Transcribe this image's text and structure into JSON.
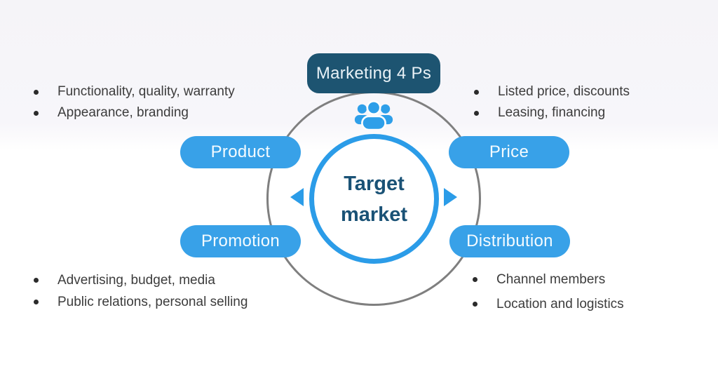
{
  "diagram": {
    "title": "Marketing 4 Ps",
    "center": {
      "line1": "Target",
      "line2": "market"
    },
    "nodes": [
      {
        "id": "product",
        "label": "Product",
        "bullets": [
          "Functionality, quality, warranty",
          "Appearance, branding"
        ]
      },
      {
        "id": "price",
        "label": "Price",
        "bullets": [
          "Listed price, discounts",
          "Leasing, financing"
        ]
      },
      {
        "id": "promotion",
        "label": "Promotion",
        "bullets": [
          "Advertising, budget, media",
          "Public relations, personal selling"
        ]
      },
      {
        "id": "distribution",
        "label": "Distribution",
        "bullets": [
          "Channel members",
          "Location and logistics"
        ]
      }
    ],
    "icons": {
      "center_top": "people-group-icon"
    },
    "colors": {
      "accent_blue": "#38a1e8",
      "circle_border_blue": "#2b9ce8",
      "dark_teal": "#1d5471",
      "ring_gray": "#7f7f7f",
      "center_text": "#1a5276",
      "bullet_text": "#3c3c3c"
    }
  }
}
